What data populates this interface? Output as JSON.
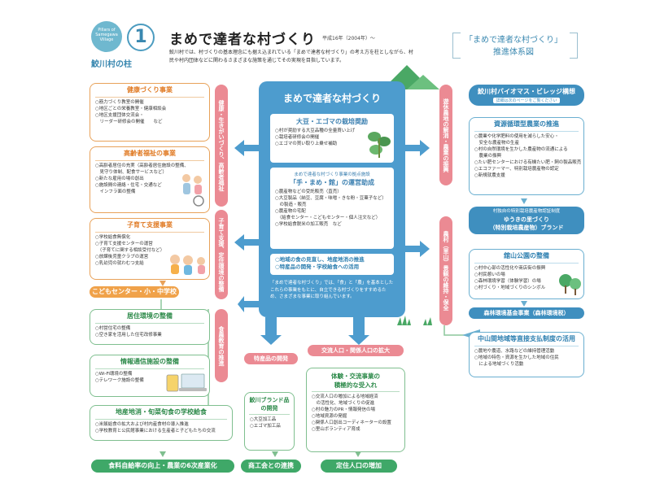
{
  "header": {
    "pillar_badge": [
      "Pillars of",
      "Samegawa",
      "Village"
    ],
    "pillar_number": "1",
    "pillar_title": "鮫川村の柱",
    "main_title": "まめで達者な村づくり",
    "year_note": "平成16年（2004年）〜",
    "intro": "鮫川村では、村づくりの基本理念にも据え込まれている「まめで達者な村づくり」の考え方を柱としながら、村民や村内団体などに関わるさまざまな施策を通じてその実現を目指しています。",
    "system_title_line1": "「まめで達者な村づくり」",
    "system_title_line2": "推進体系図"
  },
  "left_boxes": {
    "health": {
      "title": "健康づくり事業",
      "items": [
        "○筋力づくり教室の開催",
        "○地区ごとの栄養教室・健康相談会",
        "○地区支援団体交流会・",
        "　リーダー研修会の開催　　など"
      ]
    },
    "elderly": {
      "title": "高齢者福祉の事業",
      "items": [
        "○高齢者居住の充実（高齢者居住施設の整備、",
        "　見守り体制、配食サービスなど）",
        "○新たな雇用の場の創出",
        "○施設間の連絡・住宅・交通など",
        "　インフラ面の整備"
      ]
    },
    "childcare": {
      "title": "子育て支援事業",
      "items": [
        "○学校給食無償化",
        "○子育て支援センターの運営",
        "　（子育てに関する相談受付など）",
        "○放課後児童クラブの運営",
        "○乳幼児の就わむつ支給"
      ]
    },
    "childcare_bar": "こどもセンター・小・中学校",
    "living": {
      "title": "居住環境の整備",
      "items": [
        "○村営住宅の整備",
        "○空き家を活用した住宅改修事業"
      ]
    },
    "info": {
      "title": "情報通信施設の整備",
      "items": [
        "○Wi-Fi環境の整備",
        "○テレワーク施設の整備"
      ]
    },
    "school_lunch": {
      "title": "地産地消・旬菜旬食の学校給食",
      "items": [
        "○米飯給食の拡大および村内産食材の導入推進",
        "○学校教育と公民館事業における生産者と子どもたちの交流"
      ]
    },
    "bottom_bar": "食料自給率の向上・農業の6次産業化"
  },
  "vertical_labels": {
    "health_welfare": "健康・生きがいづくり、高齢者福祉",
    "childcare_env": "子育て支援、定住環境の整備",
    "food_edu": "食農教育の推進",
    "countryside": "遊休農地の解消・農業の振興",
    "satoyama": "農村（里山）景観の維持・保全"
  },
  "center": {
    "title": "まめで達者な村づくり",
    "soy_title": "大豆・エゴマの栽培奨励",
    "soy_items": [
      "○村が奨励する大豆品種の全量買い上げ",
      "○栽培者研修会の開催",
      "○エゴマの買い取り上乗せ補助"
    ],
    "base_caption": "まめで達者な村づくり事業の拠点施設",
    "base_title": "「手・まめ・館」の運営助成",
    "base_items": [
      "○農産物などの受託販売（直売）",
      "○大豆製品（納豆、豆腐・味噌・きな粉・豆菓子など）",
      "　の製造・販売",
      "○農産物の宅配",
      "　（給食センター・こどもセンター・個人注文など）",
      "○学校給食脱米の加工販売　など"
    ],
    "food_line1": "○地域の食の見直し、地産地消の推進",
    "food_line2": "○特産品の開発・学校給食への活用",
    "note": "「まめで達者な村づくり」では、「食」と「農」を基本としたこれらの事業をもとに、自立できる村づくりをすすめるため、さまざまな事業に取り組んでいます。"
  },
  "bottom_center": {
    "specialty_title": "特産品の開発",
    "brand_title": "鮫川ブランド品",
    "brand_title2": "の開発",
    "brand_items": [
      "○大豆加工品",
      "○エゴマ加工品"
    ],
    "brand_bar": "商工会との連携",
    "exchange_title": "交流人口・関係人口の拡大",
    "exp_title1": "体験・交流事業の",
    "exp_title2": "積極的な受入れ",
    "exp_items": [
      "○交流人口の増加による地域経済",
      "　の活性化、地域づくりの促進",
      "○村の魅力のPR・情報発信の場",
      "○地域資源の発掘",
      "○関係人口創出コーディネーターの設置",
      "○里山ボランティア育成"
    ],
    "exp_bar": "定住人口の増加"
  },
  "right": {
    "biomass_title": "鮫川村バイオマス・ビレッジ構想",
    "biomass_note": "詳細は次のページをご覧ください",
    "agri_title": "資源循環型農業の推進",
    "agri_items": [
      "○農業や化学肥料の使用を減らした安心・",
      "　安全な農産物の生産",
      "○村の自然環境を生かした農産物の流通による",
      "　農業の振興",
      "○たい肥センターにおける有機たい肥・飼の製品販売",
      "○エコファーマー、特別栽培農産物の認定",
      "○新規就農支援"
    ],
    "cert_line1": "村独自の特別栽培農産物認証制度",
    "cert_line2": "ゆうきの里づくり",
    "cert_line3": "（特別栽培農産物）ブランド",
    "park_title": "舘山公園の整備",
    "park_items": [
      "○村中心部の活性化や商店街の振興",
      "○村民憩いの場",
      "○森林環境学習（体験学習）の場",
      "○村づくり・地域づくりのシンボル"
    ],
    "forest_bar": "森林環境基金事業（森林環境税）",
    "mountain_title": "中山間地域等直接支払制度の活用",
    "mountain_items": [
      "○農地や農道、水路などの維持管理活動",
      "○地域の特色・資源を生かした地域の住民",
      "　による地域づくり活動"
    ]
  },
  "colors": {
    "blue": "#4d9cce",
    "orange": "#f0a24a",
    "green": "#3fa868",
    "pink": "#eb8a93"
  }
}
